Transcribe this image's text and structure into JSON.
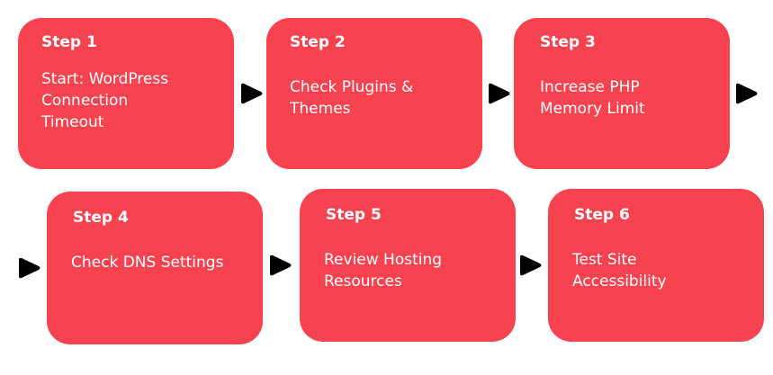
{
  "steps": [
    {
      "label": "Step 1",
      "text": "Start: WordPress\nConnection\nTimeout"
    },
    {
      "label": "Step 2",
      "text": "Check Plugins &\nThemes"
    },
    {
      "label": "Step 3",
      "text": "Increase PHP\nMemory Limit"
    },
    {
      "label": "Step 4",
      "text": "Check DNS Settings"
    },
    {
      "label": "Step 5",
      "text": "Review Hosting\nResources"
    },
    {
      "label": "Step 6",
      "text": "Test Site\nAccessibility"
    }
  ],
  "colors": {
    "card": "#f7434f",
    "text": "#ffffff",
    "arrow": "#000000"
  },
  "icons": {
    "connector": "play-arrow-icon"
  }
}
